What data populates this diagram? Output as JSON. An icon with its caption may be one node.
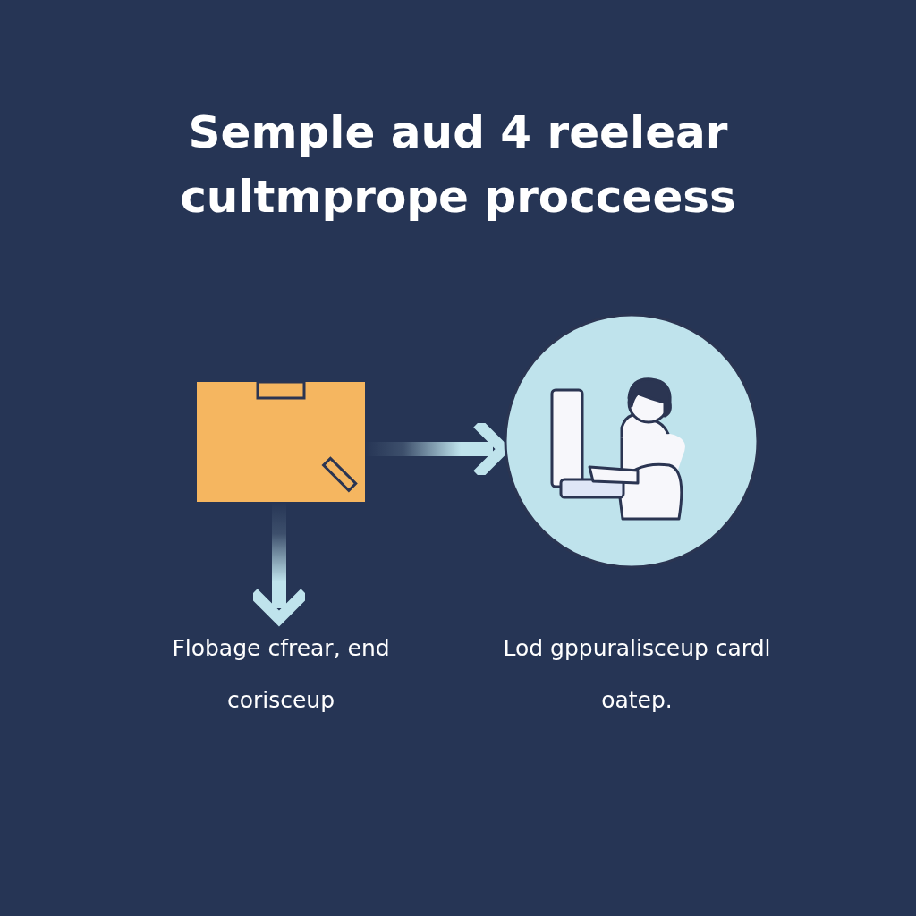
{
  "diagram": {
    "title": "Semple aud 4 reelear cultmprope procceess",
    "nodes": [
      {
        "text": [],
        "shape": "picture"
      },
      {
        "text": [],
        "shape": "picture"
      },
      {
        "text": [
          "Flobage cfrear, end corisceup"
        ]
      }
    ],
    "edges": [
      {
        "from": 0,
        "to": 1,
        "arrow": "to"
      },
      {
        "from": 0,
        "to": 2,
        "arrow": "to"
      }
    ],
    "labels": [
      "Lod gppuraliscеup cardl oatep."
    ]
  }
}
